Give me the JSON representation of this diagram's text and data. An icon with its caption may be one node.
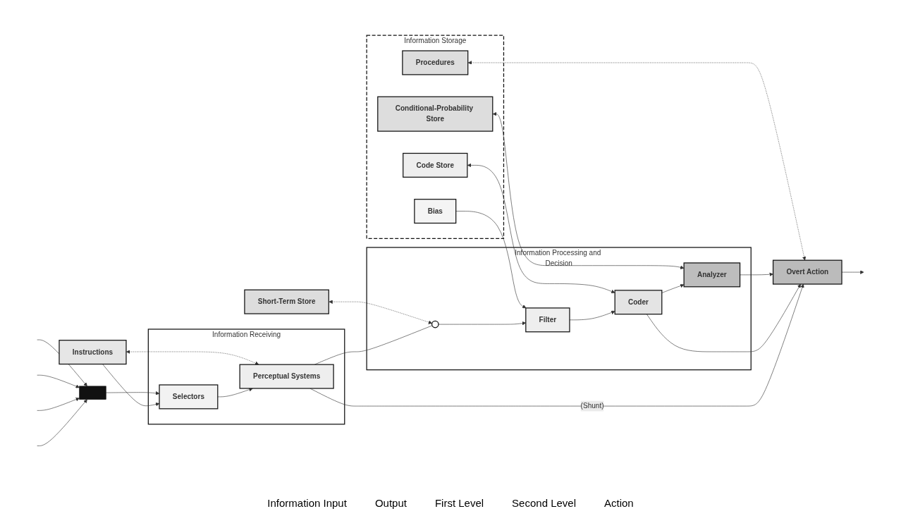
{
  "diagram": {
    "nodes": [
      {
        "text": [
          "Information Storage"
        ]
      },
      {
        "text": [
          "Bias"
        ],
        "in": 0
      },
      {
        "text": [
          "Code Store"
        ],
        "in": 0
      },
      {
        "text": [
          "Conditional-Probability Store"
        ],
        "in": 0
      },
      {
        "text": [
          "Procedures"
        ],
        "in": 0
      },
      {
        "text": [
          "Instructions"
        ]
      },
      {
        "text": [
          "Short-Term Store"
        ]
      },
      {
        "text": [],
        "shape": "bar"
      },
      {
        "text": [
          "Information Receiving"
        ]
      },
      {
        "text": [
          "Selectors"
        ],
        "in": 8
      },
      {
        "text": [
          "Perceptual Systems"
        ],
        "in": 8
      },
      {
        "text": [
          "Information Processing and Decision"
        ]
      },
      {
        "text": [],
        "shape": "circle",
        "in": 11
      },
      {
        "text": [
          "Filter"
        ],
        "in": 11
      },
      {
        "text": [
          "Coder"
        ],
        "in": 11
      },
      {
        "text": [
          "Analyzer"
        ],
        "in": 11
      },
      {
        "text": [
          "Overt Action"
        ]
      }
    ],
    "edges": [
      {
        "from": null,
        "to": 7,
        "arrow": "to"
      },
      {
        "from": null,
        "to": 7,
        "arrow": "to"
      },
      {
        "from": null,
        "to": 7,
        "arrow": "to"
      },
      {
        "from": null,
        "to": 7,
        "arrow": "to"
      },
      {
        "from": 7,
        "to": 9,
        "arrow": "to"
      },
      {
        "from": 5,
        "to": 9,
        "arrow": "to"
      },
      {
        "from": 5,
        "to": 10,
        "arrow": "both",
        "style": "dashed"
      },
      {
        "from": 6,
        "to": 12,
        "arrow": "both",
        "style": "dashed"
      },
      {
        "from": 1,
        "to": 13,
        "arrow": "to"
      },
      {
        "from": 2,
        "to": 14,
        "arrow": "both"
      },
      {
        "from": 3,
        "to": 15,
        "arrow": "both"
      },
      {
        "from": 4,
        "to": 16,
        "arrow": "both",
        "style": "dashed"
      },
      {
        "from": 9,
        "to": 10,
        "arrow": "to"
      },
      {
        "from": 10,
        "to": 12,
        "arrow": "none"
      },
      {
        "from": 12,
        "to": 13,
        "arrow": "to"
      },
      {
        "from": 13,
        "to": 14,
        "arrow": "to"
      },
      {
        "from": 14,
        "to": 15,
        "arrow": "to"
      },
      {
        "from": 15,
        "to": 16,
        "arrow": "to"
      },
      {
        "from": 14,
        "to": 16,
        "arrow": "to"
      },
      {
        "from": 10,
        "to": 16,
        "arrow": "to",
        "label": "(Shunt)"
      },
      {
        "from": 16,
        "to": null,
        "arrow": "to"
      }
    ],
    "labels": [
      "Information Input",
      "Output",
      "First Level",
      "Second Level",
      "Action"
    ]
  }
}
